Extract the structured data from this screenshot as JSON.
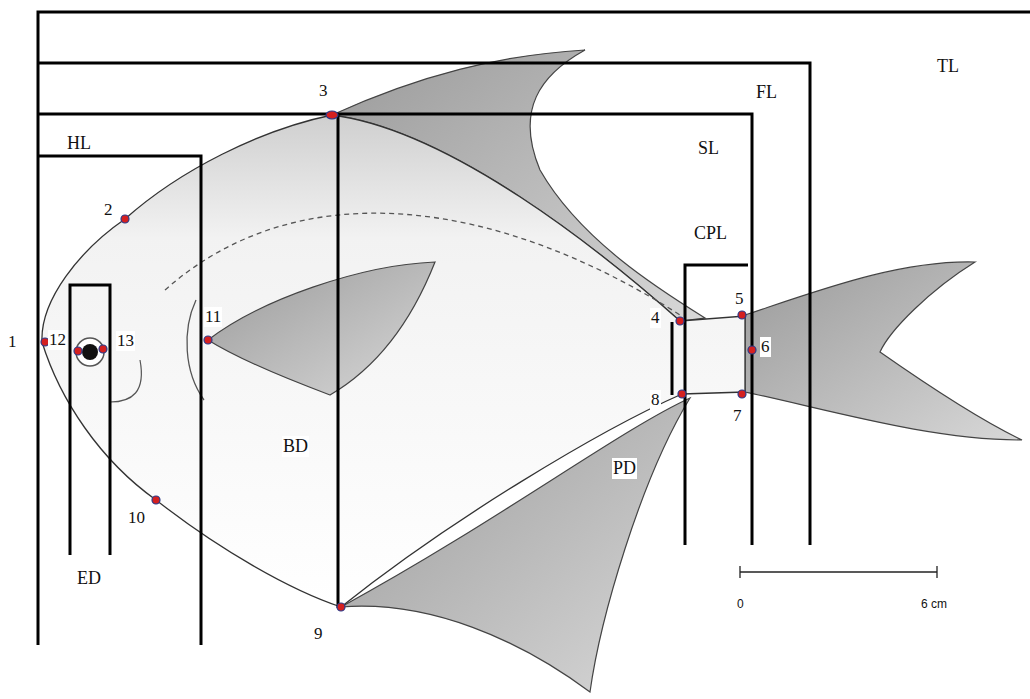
{
  "diagram": {
    "labels": [
      "TL",
      "FL",
      "3",
      "SL",
      "HL",
      "2",
      "CPL",
      "1",
      "12",
      "13",
      "11",
      "4",
      "5",
      "6",
      "8",
      "7",
      "BD",
      "PD",
      "10",
      "ED",
      "0",
      "6 cm",
      "9"
    ]
  }
}
